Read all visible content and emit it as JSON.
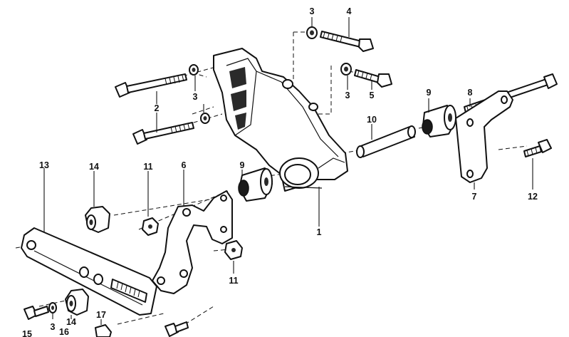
{
  "callouts": {
    "c1": "1",
    "c2": "2",
    "c3a": "3",
    "c3b": "3",
    "c3c": "3",
    "c3d": "3",
    "c4": "4",
    "c5": "5",
    "c6": "6",
    "c7": "7",
    "c8": "8",
    "c9a": "9",
    "c9b": "9",
    "c10": "10",
    "c11a": "11",
    "c11b": "11",
    "c12": "12",
    "c13": "13",
    "c14a": "14",
    "c14b": "14",
    "c15": "15",
    "c16": "16",
    "c17": "17"
  }
}
